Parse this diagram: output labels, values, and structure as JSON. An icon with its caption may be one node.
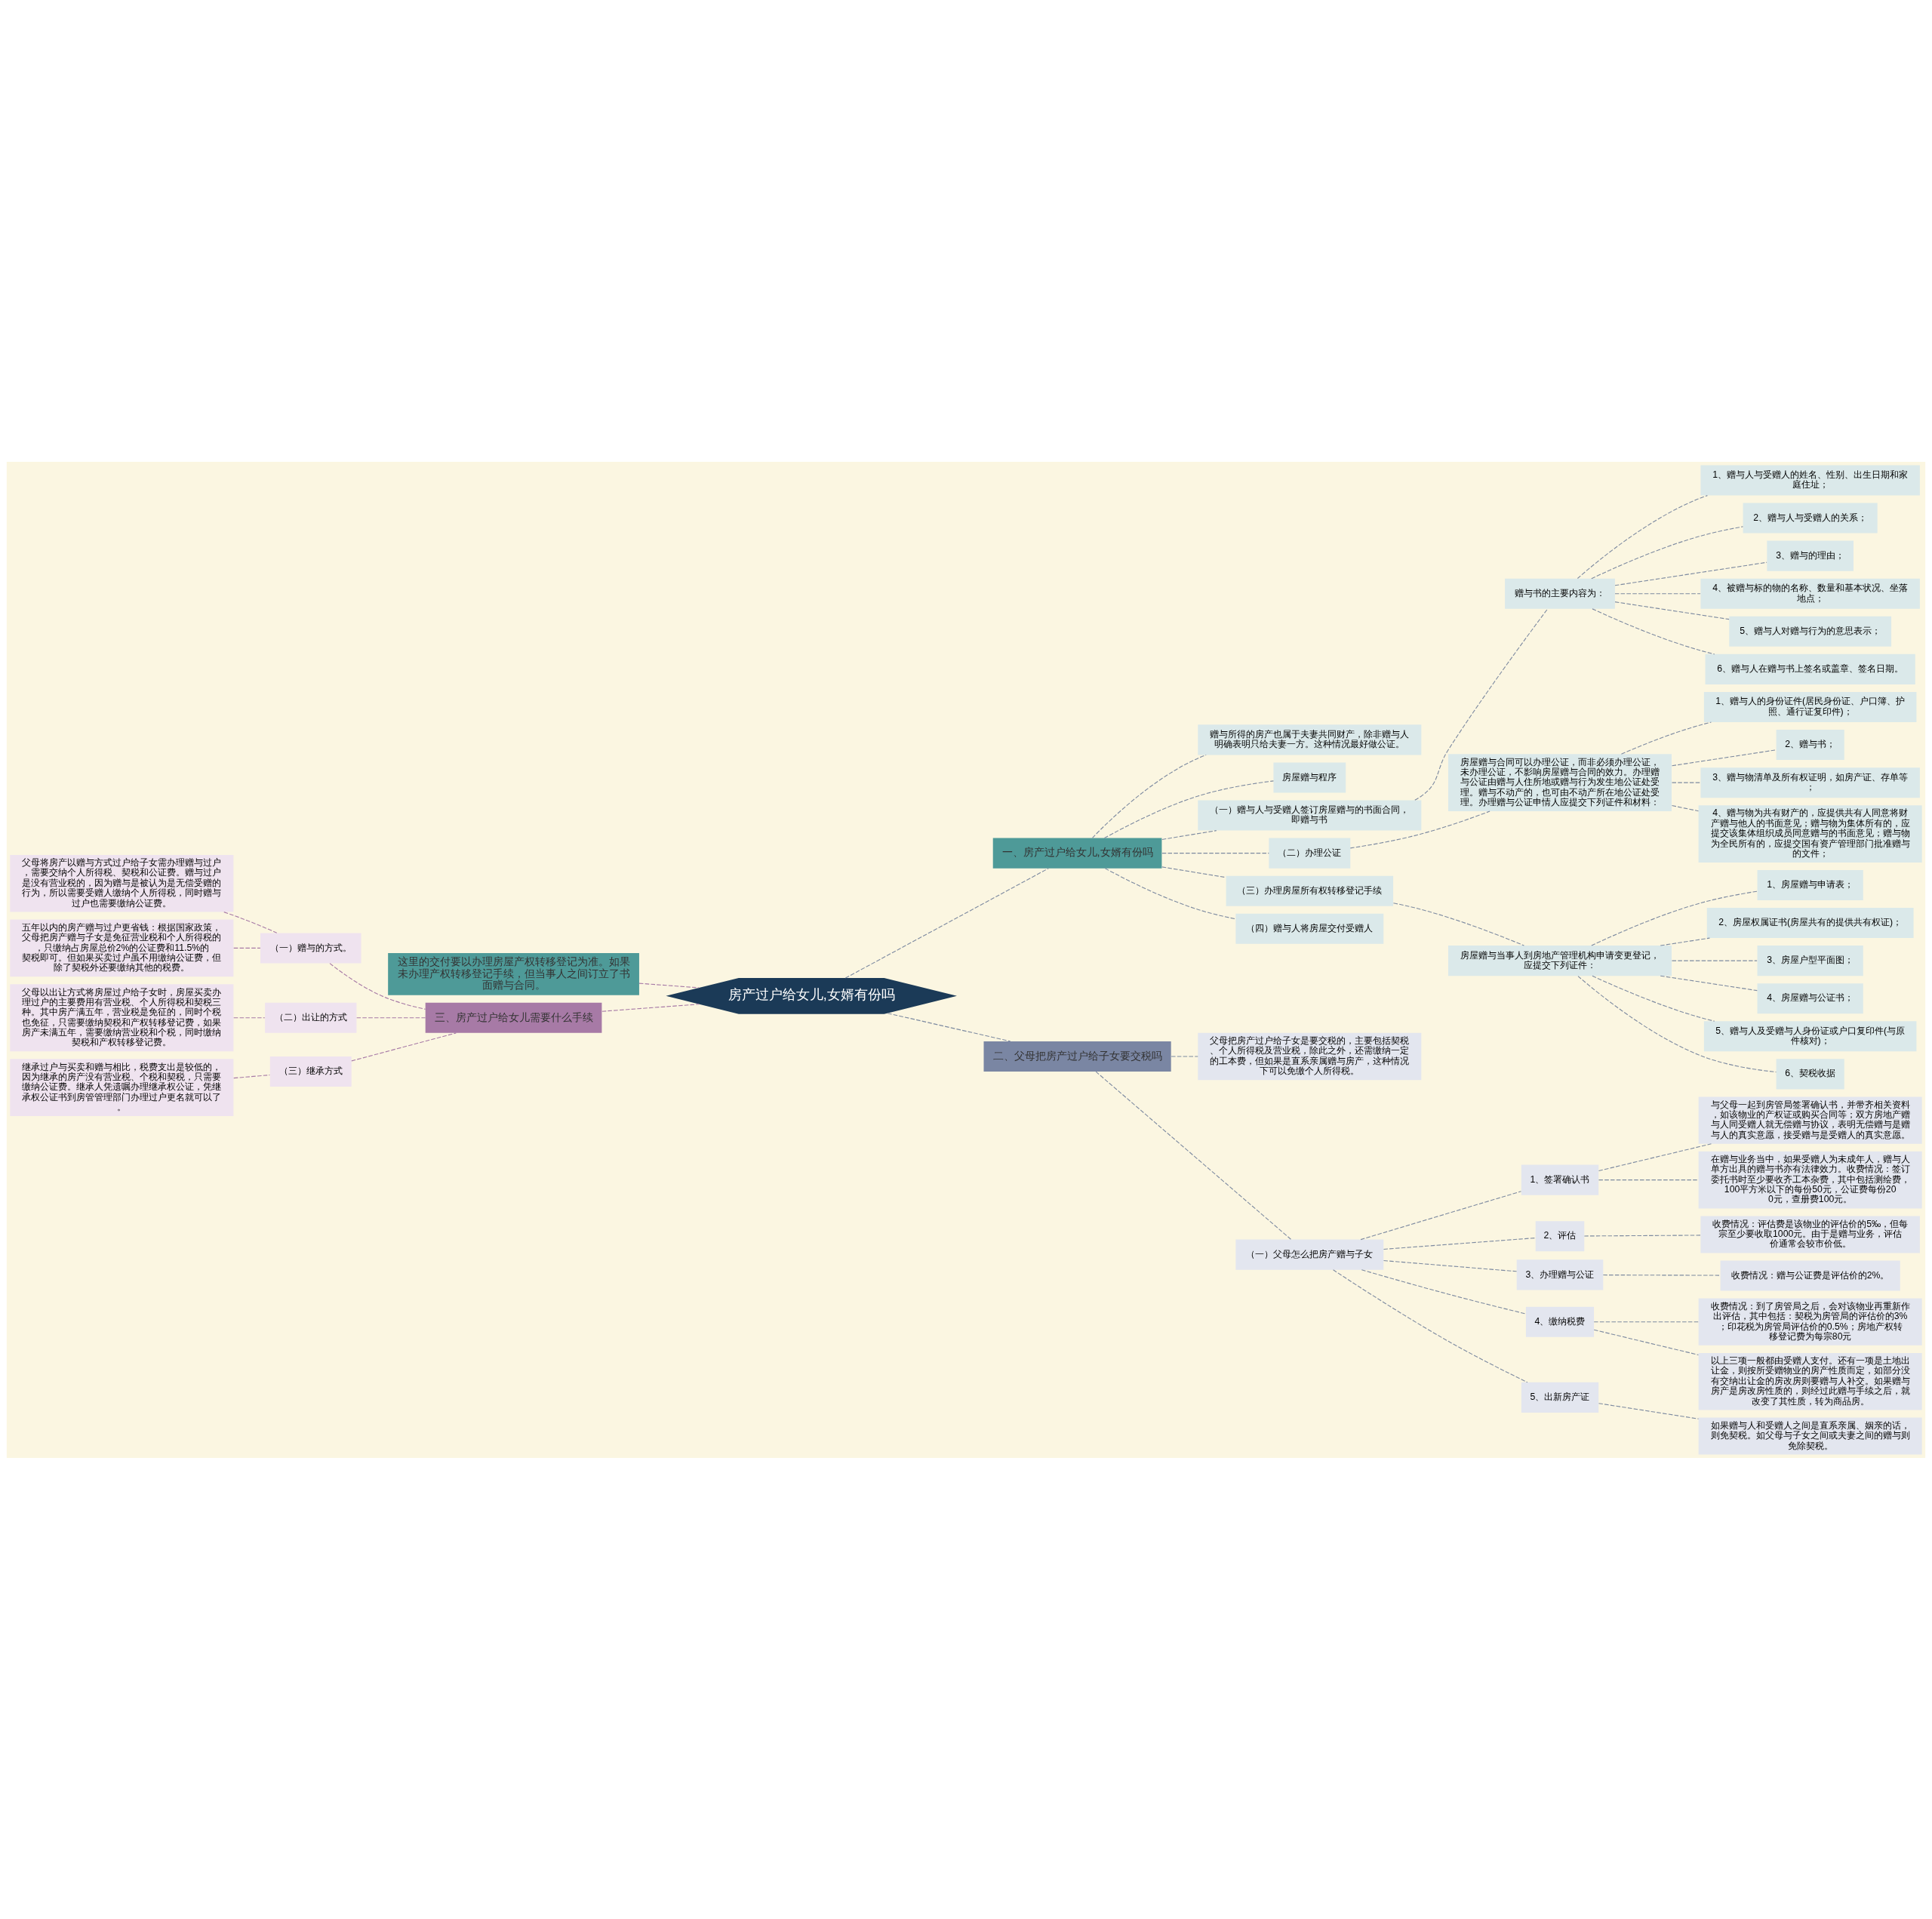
{
  "diagram": {
    "nodes": [
      {
        "text": [
          "房产过户给女儿,女婿有份吗"
        ]
      },
      {
        "text": [
          "一、房产过户给女儿,女婿有份吗"
        ]
      },
      {
        "text": [
          "赠与所得的房产也属于夫妻共同财产，除非赠与人明确表明只给夫妻一方。这种情况最好做公证。"
        ]
      },
      {
        "text": [
          "房屋赠与程序"
        ]
      },
      {
        "text": [
          "（一）赠与人与受赠人签订房屋赠与的书面合同，即赠与书"
        ]
      },
      {
        "text": [
          "赠与书的主要内容为："
        ]
      },
      {
        "text": [
          "1、赠与人与受赠人的姓名、性别、出生日期和家庭住址；"
        ]
      },
      {
        "text": [
          "2、赠与人与受赠人的关系；"
        ]
      },
      {
        "text": [
          "3、赠与的理由；"
        ]
      },
      {
        "text": [
          "4、被赠与标的物的名称、数量和基本状况、坐落地点；"
        ]
      },
      {
        "text": [
          "5、赠与人对赠与行为的意思表示；"
        ]
      },
      {
        "text": [
          "6、赠与人在赠与书上签名或盖章、签名日期。"
        ]
      },
      {
        "text": [
          "（二）办理公证"
        ]
      },
      {
        "text": [
          "房屋赠与合同可以办理公证，而非必须办理公证，未办理公证，不影响房屋赠与合同的效力。办理赠与公证由赠与人住所地或赠与行为发生地公证处受理。赠与不动产的，也可由不动产所在地公证处受理。办理赠与公证申情人应提交下列证件和材料："
        ]
      },
      {
        "text": [
          "1、赠与人的身份证件(居民身份证、户口簿、护照、通行证复印件)；"
        ]
      },
      {
        "text": [
          "2、赠与书；"
        ]
      },
      {
        "text": [
          "3、赠与物清单及所有权证明，如房产证、存单等；"
        ]
      },
      {
        "text": [
          "4、赠与物为共有财产的，应提供共有人同意将财产赠与他人的书面意见；赠与物为集体所有的，应提交该集体组织成员同意赠与的书面意见；赠与物为全民所有的，应提交国有资产管理部门批准赠与的文件；"
        ]
      },
      {
        "text": [
          "（三）办理房屋所有权转移登记手续"
        ]
      },
      {
        "text": [
          "房屋赠与当事人到房地产管理机构申请变更登记，应提交下列证件："
        ]
      },
      {
        "text": [
          "1、房屋赠与申请表；"
        ]
      },
      {
        "text": [
          "2、房屋权属证书(房屋共有的提供共有权证)；"
        ]
      },
      {
        "text": [
          "3、房屋户型平面图；"
        ]
      },
      {
        "text": [
          "4、房屋赠与公证书；"
        ]
      },
      {
        "text": [
          "5、赠与人及受赠与人身份证或户口复印件(与原件核对)；"
        ]
      },
      {
        "text": [
          "6、契税收据"
        ]
      },
      {
        "text": [
          "（四）赠与人将房屋交付受赠人"
        ]
      },
      {
        "text": [
          "二、父母把房产过户给子女要交税吗"
        ]
      },
      {
        "text": [
          "父母把房产过户给子女是要交税的，主要包括契税、个人所得税及营业税，除此之外，还需缴纳一定的工本费，但如果是直系亲属赠与房产，这种情况下可以免缴个人所得税。"
        ]
      },
      {
        "text": [
          "（一）父母怎么把房产赠与子女"
        ]
      },
      {
        "text": [
          "1、签署确认书"
        ]
      },
      {
        "text": [
          "与父母一起到房管局签署确认书，并带齐相关资料，如该物业的产权证或购买合同等；双方房地产赠与人同受赠人就无偿赠与协议，表明无偿赠与是赠与人的真实意愿，接受赠与是受赠人的真实意愿。"
        ]
      },
      {
        "text": [
          "在赠与业务当中，如果受赠人为未成年人，赠与人单方出具的赠与书亦有法律效力。收费情况：签订委托书时至少要收齐工本杂费，其中包括测绘费，100平方米以下的每份50元，公证费每份200元，查册费100元。"
        ]
      },
      {
        "text": [
          "2、评估"
        ]
      },
      {
        "text": [
          "收费情况：评估费是该物业的评估价的5‰，但每宗至少要收取1000元。由于是赠与业务，评估价通常会较市价低。"
        ]
      },
      {
        "text": [
          "3、办理赠与公证"
        ]
      },
      {
        "text": [
          "收费情况：赠与公证费是评估价的2%。"
        ]
      },
      {
        "text": [
          "4、缴纳税费"
        ]
      },
      {
        "text": [
          "收费情况：到了房管局之后，会对该物业再重新作出评估，其中包括：契税为房管局的评估价的3%；印花税为房管局评估价的0.5%；房地产权转移登记费为每宗80元"
        ]
      },
      {
        "text": [
          "以上三项一般都由受赠人支付。还有一项是土地出让金，则按所受赠物业的房产性质而定，如部分没有交纳出让金的房改房则要赠与人补交。如果赠与房产是房改房性质的，则经过此赠与手续之后，就改变了其性质，转为商品房。"
        ]
      },
      {
        "text": [
          "5、出新房产证"
        ]
      },
      {
        "text": [
          "如果赠与人和受赠人之间是直系亲属、姻亲的话，则免契税。如父母与子女之间或夫妻之间的赠与则免除契税。"
        ]
      },
      {
        "text": [
          "这里的交付要以办理房屋产权转移登记为准。如果未办理产权转移登记手续，但当事人之间订立了书面赠与合同。"
        ]
      },
      {
        "text": [
          "三、房产过户给女儿需要什么手续"
        ]
      },
      {
        "text": [
          "（一）赠与的方式。"
        ]
      },
      {
        "text": [
          "父母将房产以赠与方式过户给子女需办理赠与过户，需要交纳个人所得税、契税和公证费。赠与过户是没有营业税的，因为赠与是被认为是无偿受赠的行为，所以需要受赠人缴纳个人所得税，同时赠与过户也需要缴纳公证费。"
        ]
      },
      {
        "text": [
          "五年以内的房产赠与过户更省钱：根据国家政策，父母把房产赠与子女是免征营业税和个人所得税的，只缴纳占房屋总价2%的公证费和11.5%的契税即可。但如果买卖过户虽不用缴纳公证费，但除了契税外还要缴纳其他的税费。"
        ]
      },
      {
        "text": [
          "（二）出让的方式"
        ]
      },
      {
        "text": [
          "父母以出让方式将房屋过户给子女时，房屋买卖办理过户的主要费用有营业税、个人所得税和契税三种。其中房产满五年，营业税是免征的，同时个税也免征，只需要缴纳契税和产权转移登记费，如果房产未满五年，需要缴纳营业税和个税，同时缴纳契税和产权转移登记费。"
        ]
      },
      {
        "text": [
          "（三）继承方式"
        ]
      },
      {
        "text": [
          "继承过户与买卖和赠与相比，税费支出是较低的，因为继承的房产没有营业税、个税和契税，只需要缴纳公证费。继承人凭遗嘱办理继承权公证，凭继承权公证书到房管管理部门办理过户更名就可以了。"
        ]
      }
    ],
    "edges": [
      {
        "from": 0,
        "to": 1,
        "arrow": "none",
        "style": "dashed"
      },
      {
        "from": 1,
        "to": 2,
        "arrow": "none",
        "style": "dashed"
      },
      {
        "from": 1,
        "to": 3,
        "arrow": "none",
        "style": "dashed"
      },
      {
        "from": 1,
        "to": 4,
        "arrow": "none",
        "style": "dashed"
      },
      {
        "from": 4,
        "to": 5,
        "arrow": "none",
        "style": "dashed"
      },
      {
        "from": 5,
        "to": 6,
        "arrow": "none",
        "style": "dashed"
      },
      {
        "from": 5,
        "to": 7,
        "arrow": "none",
        "style": "dashed"
      },
      {
        "from": 5,
        "to": 8,
        "arrow": "none",
        "style": "dashed"
      },
      {
        "from": 5,
        "to": 9,
        "arrow": "none",
        "style": "dashed"
      },
      {
        "from": 5,
        "to": 10,
        "arrow": "none",
        "style": "dashed"
      },
      {
        "from": 5,
        "to": 11,
        "arrow": "none",
        "style": "dashed"
      },
      {
        "from": 1,
        "to": 12,
        "arrow": "none",
        "style": "dashed"
      },
      {
        "from": 12,
        "to": 13,
        "arrow": "none",
        "style": "dashed"
      },
      {
        "from": 13,
        "to": 14,
        "arrow": "none",
        "style": "dashed"
      },
      {
        "from": 13,
        "to": 15,
        "arrow": "none",
        "style": "dashed"
      },
      {
        "from": 13,
        "to": 16,
        "arrow": "none",
        "style": "dashed"
      },
      {
        "from": 13,
        "to": 17,
        "arrow": "none",
        "style": "dashed"
      },
      {
        "from": 1,
        "to": 18,
        "arrow": "none",
        "style": "dashed"
      },
      {
        "from": 18,
        "to": 19,
        "arrow": "none",
        "style": "dashed"
      },
      {
        "from": 19,
        "to": 20,
        "arrow": "none",
        "style": "dashed"
      },
      {
        "from": 19,
        "to": 21,
        "arrow": "none",
        "style": "dashed"
      },
      {
        "from": 19,
        "to": 22,
        "arrow": "none",
        "style": "dashed"
      },
      {
        "from": 19,
        "to": 23,
        "arrow": "none",
        "style": "dashed"
      },
      {
        "from": 19,
        "to": 24,
        "arrow": "none",
        "style": "dashed"
      },
      {
        "from": 19,
        "to": 25,
        "arrow": "none",
        "style": "dashed"
      },
      {
        "from": 1,
        "to": 26,
        "arrow": "none",
        "style": "dashed"
      },
      {
        "from": 0,
        "to": 27,
        "arrow": "none",
        "style": "dashed"
      },
      {
        "from": 27,
        "to": 28,
        "arrow": "none",
        "style": "dashed"
      },
      {
        "from": 27,
        "to": 29,
        "arrow": "none",
        "style": "dashed"
      },
      {
        "from": 29,
        "to": 30,
        "arrow": "none",
        "style": "dashed"
      },
      {
        "from": 30,
        "to": 31,
        "arrow": "none",
        "style": "dashed"
      },
      {
        "from": 30,
        "to": 32,
        "arrow": "none",
        "style": "dashed"
      },
      {
        "from": 29,
        "to": 33,
        "arrow": "none",
        "style": "dashed"
      },
      {
        "from": 33,
        "to": 34,
        "arrow": "none",
        "style": "dashed"
      },
      {
        "from": 29,
        "to": 35,
        "arrow": "none",
        "style": "dashed"
      },
      {
        "from": 35,
        "to": 36,
        "arrow": "none",
        "style": "dashed"
      },
      {
        "from": 29,
        "to": 37,
        "arrow": "none",
        "style": "dashed"
      },
      {
        "from": 37,
        "to": 38,
        "arrow": "none",
        "style": "dashed"
      },
      {
        "from": 37,
        "to": 39,
        "arrow": "none",
        "style": "dashed"
      },
      {
        "from": 29,
        "to": 40,
        "arrow": "none",
        "style": "dashed"
      },
      {
        "from": 40,
        "to": 41,
        "arrow": "none",
        "style": "dashed"
      },
      {
        "from": 0,
        "to": 42,
        "arrow": "none",
        "style": "dashed"
      },
      {
        "from": 0,
        "to": 43,
        "arrow": "none",
        "style": "dashed"
      },
      {
        "from": 43,
        "to": 44,
        "arrow": "none",
        "style": "dashed"
      },
      {
        "from": 44,
        "to": 45,
        "arrow": "none",
        "style": "dashed"
      },
      {
        "from": 44,
        "to": 46,
        "arrow": "none",
        "style": "dashed"
      },
      {
        "from": 43,
        "to": 47,
        "arrow": "none",
        "style": "dashed"
      },
      {
        "from": 47,
        "to": 48,
        "arrow": "none",
        "style": "dashed"
      },
      {
        "from": 43,
        "to": 49,
        "arrow": "none",
        "style": "dashed"
      },
      {
        "from": 49,
        "to": 50,
        "arrow": "none",
        "style": "dashed"
      }
    ]
  }
}
